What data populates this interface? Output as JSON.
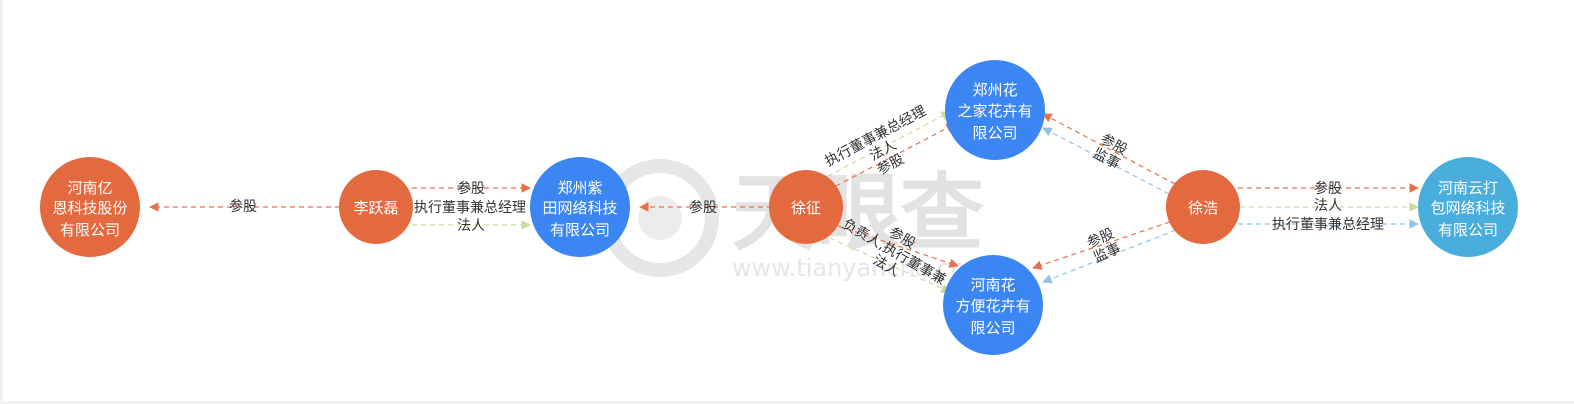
{
  "watermark": {
    "name": "天眼查",
    "url": "www.tianyancha.com"
  },
  "colors": {
    "person": "#e36a3e",
    "company_blue": "#3b86f2",
    "company_teal": "#4aaedc",
    "invest_edge": "#e8704a",
    "legal_edge": "#c8df9e",
    "supervisor_edge": "#8fc3e6"
  },
  "nodes": [
    {
      "id": "henan-yien",
      "type": "company",
      "color": "#e36a3e",
      "lines": [
        "河南亿",
        "恩科技股份",
        "有限公司"
      ]
    },
    {
      "id": "li-yuelei",
      "type": "person",
      "color": "#e36a3e",
      "lines": [
        "李跃磊"
      ]
    },
    {
      "id": "zhengzhou-zitian",
      "type": "company",
      "color": "#3b86f2",
      "lines": [
        "郑州紫",
        "田网络科技",
        "有限公司"
      ]
    },
    {
      "id": "xu-zheng",
      "type": "person",
      "color": "#e36a3e",
      "lines": [
        "徐征"
      ]
    },
    {
      "id": "zhengzhou-huazhijia",
      "type": "company",
      "color": "#3b86f2",
      "lines": [
        "郑州花",
        "之家花卉有",
        "限公司"
      ]
    },
    {
      "id": "henan-huafangbian",
      "type": "company",
      "color": "#3b86f2",
      "lines": [
        "河南花",
        "方便花卉有",
        "限公司"
      ]
    },
    {
      "id": "xu-hao",
      "type": "person",
      "color": "#e36a3e",
      "lines": [
        "徐浩"
      ]
    },
    {
      "id": "henan-yunda",
      "type": "company",
      "color": "#4aaedc",
      "lines": [
        "河南云打",
        "包网络科技",
        "有限公司"
      ]
    }
  ],
  "edges": [
    {
      "from": "li-yuelei",
      "to": "henan-yien",
      "kind": "invest",
      "labels": [
        "参股"
      ]
    },
    {
      "from": "li-yuelei",
      "to": "zhengzhou-zitian",
      "kind": "invest",
      "labels": [
        "参股"
      ]
    },
    {
      "from": "li-yuelei",
      "to": "zhengzhou-zitian",
      "kind": "legal",
      "labels": [
        "执行董事兼总经理",
        "法人"
      ]
    },
    {
      "from": "xu-zheng",
      "to": "zhengzhou-zitian",
      "kind": "invest",
      "labels": [
        "参股"
      ]
    },
    {
      "from": "xu-zheng",
      "to": "zhengzhou-huazhijia",
      "kind": "invest",
      "labels": [
        "执行董事兼总经理",
        "法人",
        "参股"
      ]
    },
    {
      "from": "xu-zheng",
      "to": "henan-huafangbian",
      "kind": "invest",
      "labels": [
        "参股",
        "负责人,执行董事兼",
        "法人"
      ]
    },
    {
      "from": "xu-hao",
      "to": "zhengzhou-huazhijia",
      "kind": "invest",
      "labels": [
        "参股",
        "监事"
      ]
    },
    {
      "from": "xu-hao",
      "to": "henan-huafangbian",
      "kind": "invest",
      "labels": [
        "参股",
        "监事"
      ]
    },
    {
      "from": "xu-hao",
      "to": "henan-yunda",
      "kind": "invest",
      "labels": [
        "参股",
        "法人",
        "执行董事兼总经理"
      ]
    }
  ]
}
